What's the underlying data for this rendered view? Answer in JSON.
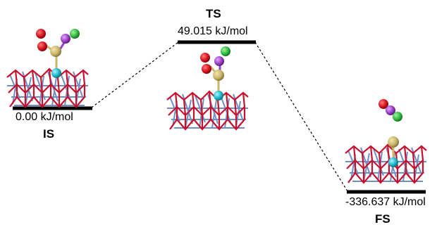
{
  "states": {
    "is": {
      "name": "IS",
      "energy": "0.00 kJ/mol"
    },
    "ts": {
      "name": "TS",
      "energy": "49.015 kJ/mol"
    },
    "fs": {
      "name": "FS",
      "energy": "-336.637 kJ/mol"
    }
  },
  "colors": {
    "surface_red": "#c8102e",
    "surface_blue": "#6f8fc4",
    "oxygen": "#d7141e",
    "sulfur": "#c9b66a",
    "purple_atom": "#9b3fc4",
    "green_atom": "#2dbb3f",
    "cyan_atom": "#1fb5c8",
    "level_line": "#000000"
  }
}
